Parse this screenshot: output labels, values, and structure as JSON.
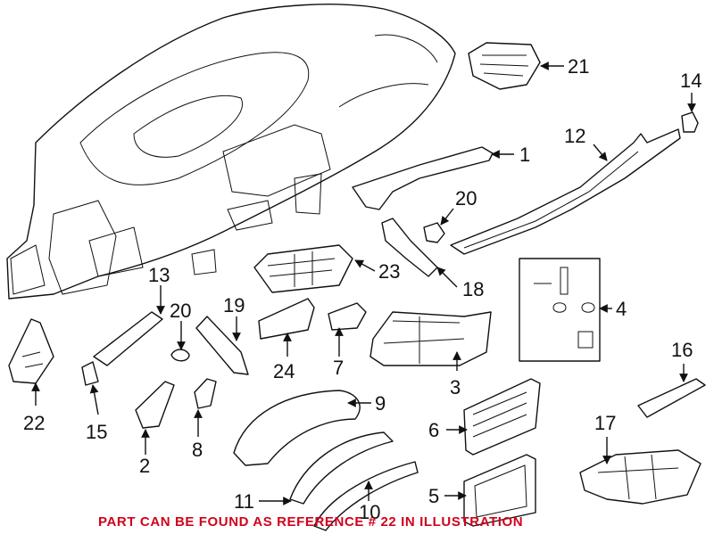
{
  "callouts": {
    "c1": "1",
    "c2": "2",
    "c3": "3",
    "c4": "4",
    "c5": "5",
    "c6": "6",
    "c7": "7",
    "c8": "8",
    "c9": "9",
    "c10": "10",
    "c11": "11",
    "c12": "12",
    "c13": "13",
    "c14": "14",
    "c15": "15",
    "c16": "16",
    "c17": "17",
    "c18": "18",
    "c19": "19",
    "c20a": "20",
    "c20b": "20",
    "c21": "21",
    "c22": "22",
    "c23": "23",
    "c24": "24"
  },
  "footnote": "PART CAN BE FOUND AS REFERENCE # 22 IN ILLUSTRATION",
  "colors": {
    "line": "#111111",
    "footnote": "#d0021b",
    "background": "#ffffff"
  }
}
